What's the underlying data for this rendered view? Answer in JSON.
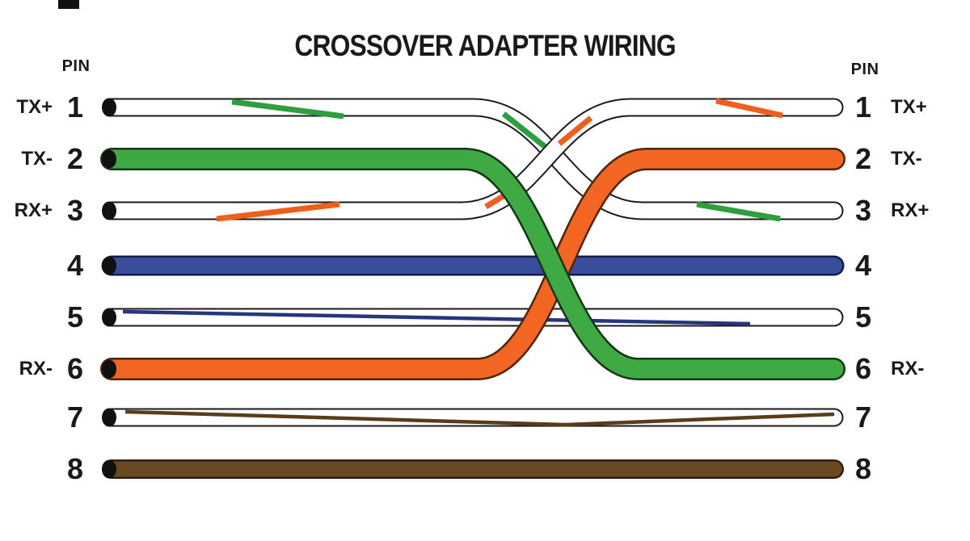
{
  "title": "CROSSOVER ADAPTER WIRING",
  "left_header": "PIN",
  "right_header": "PIN",
  "left_pins": [
    {
      "number": "1",
      "signal": "TX+"
    },
    {
      "number": "2",
      "signal": "TX-"
    },
    {
      "number": "3",
      "signal": "RX+"
    },
    {
      "number": "4",
      "signal": ""
    },
    {
      "number": "5",
      "signal": ""
    },
    {
      "number": "6",
      "signal": "RX-"
    },
    {
      "number": "7",
      "signal": ""
    },
    {
      "number": "8",
      "signal": ""
    }
  ],
  "right_pins": [
    {
      "number": "1",
      "signal": "TX+"
    },
    {
      "number": "2",
      "signal": "TX-"
    },
    {
      "number": "3",
      "signal": "RX+"
    },
    {
      "number": "4",
      "signal": ""
    },
    {
      "number": "5",
      "signal": ""
    },
    {
      "number": "6",
      "signal": "RX-"
    },
    {
      "number": "7",
      "signal": ""
    },
    {
      "number": "8",
      "signal": ""
    }
  ],
  "wires": [
    {
      "id": "w1",
      "label": "white-green",
      "from_pin": 1,
      "to_pin": 3,
      "type": "striped",
      "base_color": "#ffffff",
      "stripe_color": "#2f9e41",
      "outline_color": "#1a1a1a"
    },
    {
      "id": "w2",
      "label": "green",
      "from_pin": 2,
      "to_pin": 6,
      "type": "solid",
      "color": "#3fa944",
      "outline_color": "#133813"
    },
    {
      "id": "w3",
      "label": "white-orange",
      "from_pin": 3,
      "to_pin": 1,
      "type": "striped",
      "base_color": "#ffffff",
      "stripe_color": "#ee5f1d",
      "outline_color": "#1a1a1a"
    },
    {
      "id": "w4",
      "label": "blue",
      "from_pin": 4,
      "to_pin": 4,
      "type": "solid",
      "color": "#3a4c9c",
      "outline_color": "#10194a"
    },
    {
      "id": "w5",
      "label": "white-blue",
      "from_pin": 5,
      "to_pin": 5,
      "type": "striped",
      "base_color": "#ffffff",
      "stripe_color": "#25357e",
      "outline_color": "#1a1a1a"
    },
    {
      "id": "w6",
      "label": "orange",
      "from_pin": 6,
      "to_pin": 2,
      "type": "solid",
      "color": "#f26522",
      "outline_color": "#4d2508"
    },
    {
      "id": "w7",
      "label": "white-brown",
      "from_pin": 7,
      "to_pin": 7,
      "type": "striped",
      "base_color": "#ffffff",
      "stripe_color": "#5a3c1a",
      "outline_color": "#1a1a1a"
    },
    {
      "id": "w8",
      "label": "brown",
      "from_pin": 8,
      "to_pin": 8,
      "type": "solid",
      "color": "#6b4a23",
      "outline_color": "#2e1f0e"
    }
  ]
}
